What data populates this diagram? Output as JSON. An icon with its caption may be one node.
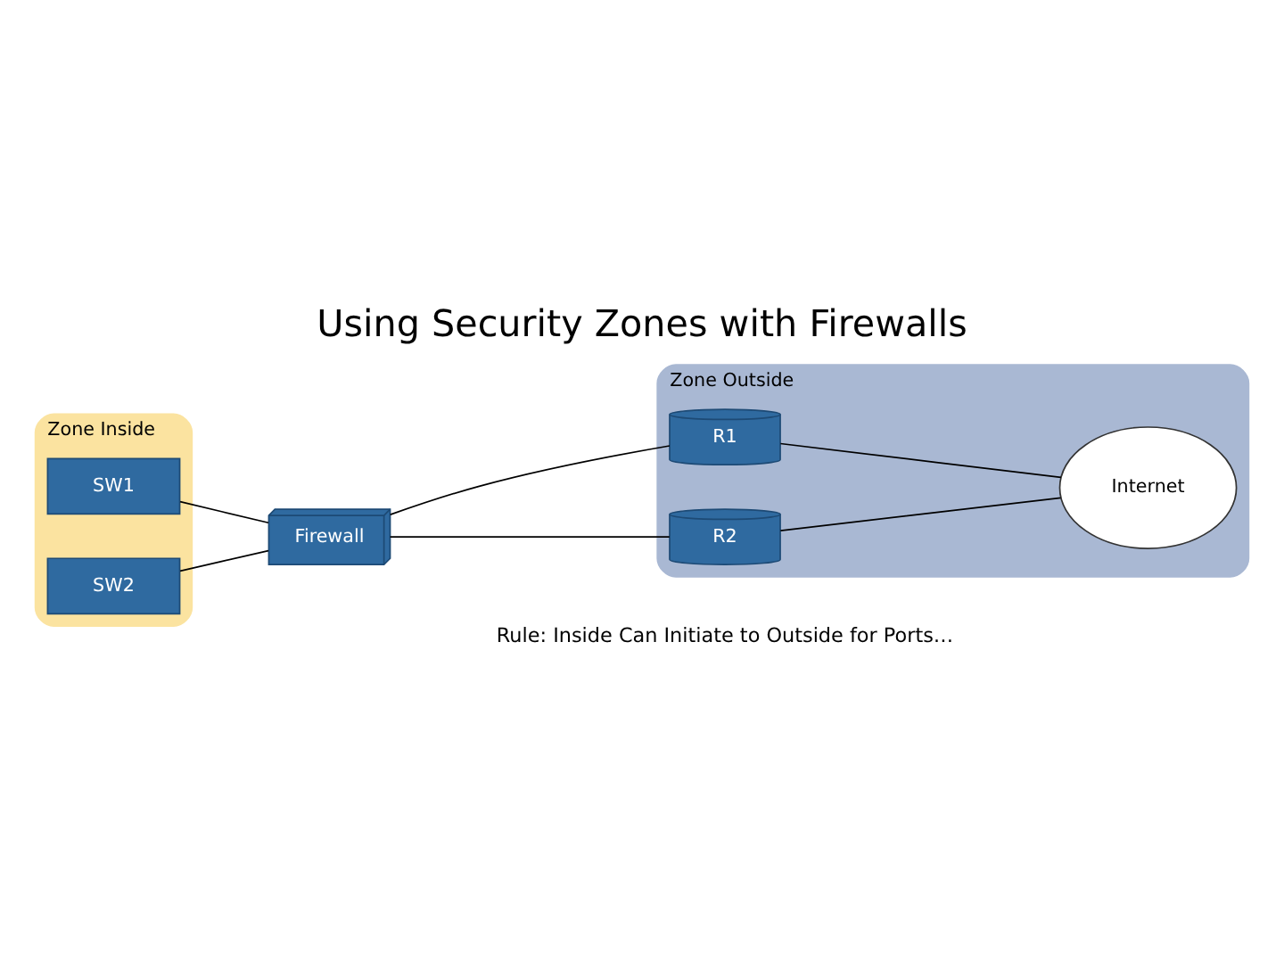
{
  "diagram": {
    "title": "Using Security Zones with Firewalls",
    "nodes": [
      {
        "text": [
          "Zone Inside"
        ]
      },
      {
        "text": [
          "SW1"
        ],
        "in": 0
      },
      {
        "text": [
          "SW2"
        ],
        "in": 0
      },
      {
        "text": [
          "Firewall"
        ]
      },
      {
        "text": [
          "Zone Outside"
        ]
      },
      {
        "text": [
          "R1"
        ],
        "in": 4
      },
      {
        "text": [
          "R2"
        ],
        "in": 4
      },
      {
        "text": [
          "Internet"
        ],
        "in": 4
      }
    ],
    "edges": [
      {
        "from": 1,
        "to": 3,
        "arrow": "none"
      },
      {
        "from": 2,
        "to": 3,
        "arrow": "none"
      },
      {
        "from": 3,
        "to": 5,
        "arrow": "none"
      },
      {
        "from": 3,
        "to": 6,
        "arrow": "none"
      },
      {
        "from": 5,
        "to": 7,
        "arrow": "none"
      },
      {
        "from": 6,
        "to": 7,
        "arrow": "none"
      }
    ],
    "labels": [
      "Rule: Inside Can Initiate to Outside for Ports…"
    ]
  }
}
